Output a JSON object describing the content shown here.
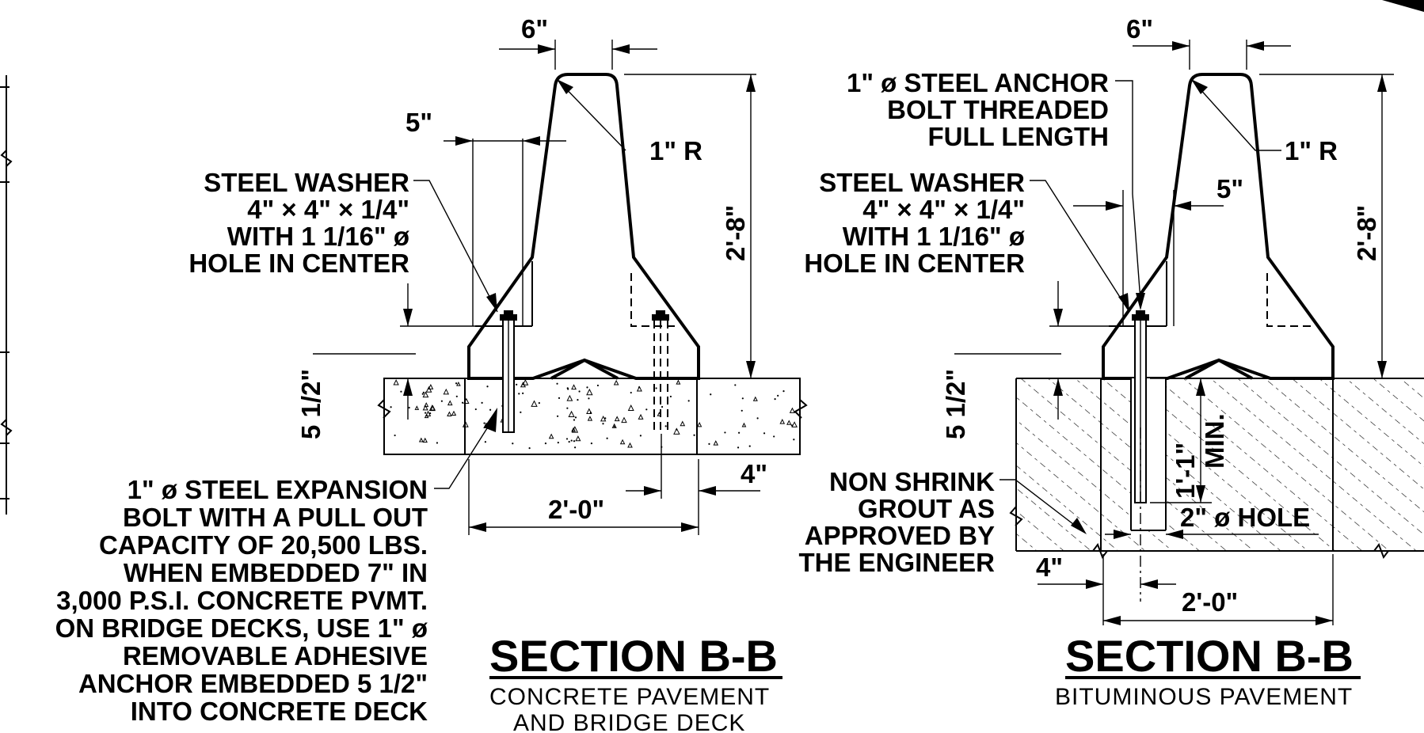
{
  "left_section": {
    "dim_top": "6\"",
    "dim_taper": "5\"",
    "radius": "1\" R",
    "height": "2'-8\"",
    "washer": [
      "STEEL WASHER",
      "4\" × 4\" × 1/4\"",
      "WITH 1 1/16\" ø",
      "HOLE IN CENTER"
    ],
    "washer_dim": "5 1/2\"",
    "bolt_note": [
      "1\" ø  STEEL EXPANSION",
      "BOLT WITH A PULL OUT",
      "CAPACITY OF 20,500 LBS.",
      "WHEN EMBEDDED 7\" IN",
      "3,000 P.S.I. CONCRETE PVMT.",
      "ON BRIDGE DECKS, USE 1\" ø",
      "REMOVABLE ADHESIVE",
      "ANCHOR EMBEDDED 5 1/2\"",
      "INTO CONCRETE DECK"
    ],
    "dim_offset": "4\"",
    "dim_base": "2'-0\"",
    "title": "SECTION B-B",
    "subtitle": [
      "CONCRETE PAVEMENT",
      "AND BRIDGE DECK"
    ]
  },
  "right_section": {
    "dim_top": "6\"",
    "anchor": [
      "1\" ø STEEL ANCHOR",
      "BOLT THREADED",
      "FULL LENGTH"
    ],
    "radius": "1\" R",
    "dim_taper": "5\"",
    "height": "2'-8\"",
    "washer": [
      "STEEL WASHER",
      "4\" × 4\" × 1/4\"",
      "WITH 1 1/16\" ø",
      "HOLE IN CENTER"
    ],
    "washer_dim": "5 1/2\"",
    "embed": "1'-1\"",
    "embed_min": "MIN.",
    "grout": [
      "NON SHRINK",
      "GROUT AS",
      "APPROVED BY",
      "THE ENGINEER"
    ],
    "hole": "2\" ø  HOLE",
    "dim_offset": "4\"",
    "dim_base": "2'-0\"",
    "title": "SECTION B-B",
    "subtitle": [
      "BITUMINOUS PAVEMENT"
    ]
  }
}
